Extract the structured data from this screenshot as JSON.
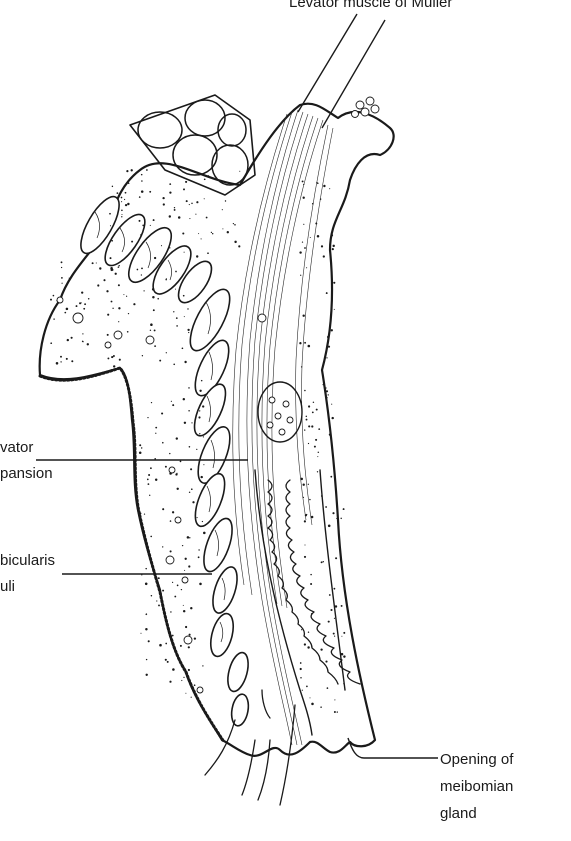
{
  "figure": {
    "labels": {
      "levator_muller": "Levator muscle of Muller",
      "levator_expansion_line1": "vator",
      "levator_expansion_line2": "pansion",
      "orbicularis_line1": "bicularis",
      "orbicularis_line2": "uli",
      "meibomian_line1": "Opening of",
      "meibomian_line2": "meibomian",
      "meibomian_line3": "gland"
    },
    "colors": {
      "ink": "#1a1a1a",
      "background": "#ffffff"
    }
  }
}
